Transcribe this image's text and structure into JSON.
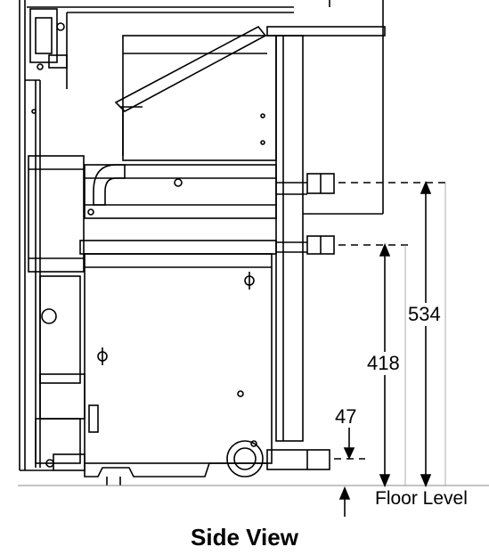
{
  "caption": "Side View",
  "dimensions": {
    "overall_height": "534",
    "middle_height": "418",
    "lower_height": "47"
  },
  "floor_label": "Floor Level"
}
